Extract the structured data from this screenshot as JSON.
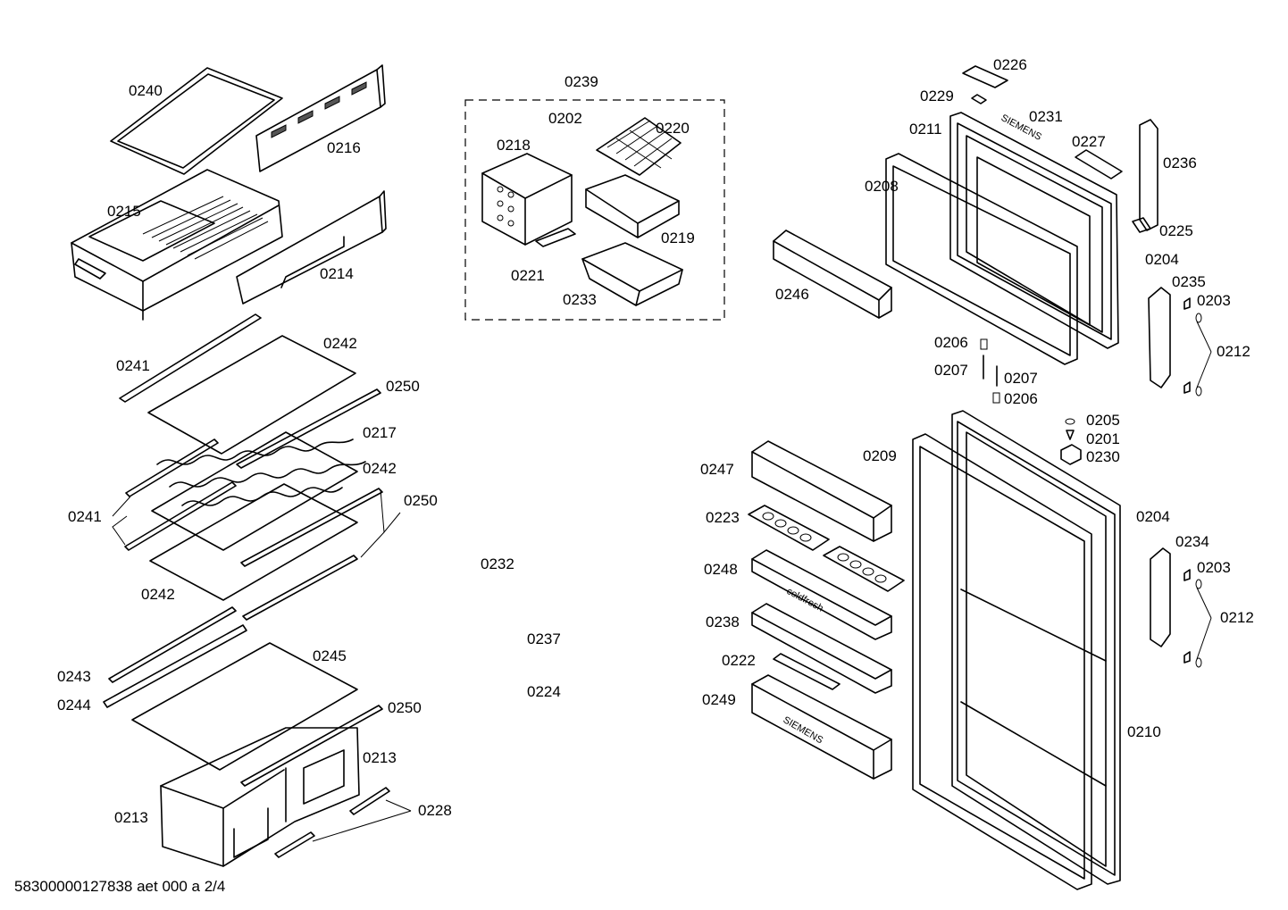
{
  "diagram": {
    "footer": "58300000127838 aet 000 a 2/4",
    "brand_marks": [
      "SIEMENS",
      "coldfresh",
      "SIEMENS"
    ],
    "labels": {
      "p0240": "0240",
      "p0216": "0216",
      "p0215": "0215",
      "p0214": "0214",
      "p0239": "0239",
      "p0202": "0202",
      "p0220": "0220",
      "p0218": "0218",
      "p0219": "0219",
      "p0221": "0221",
      "p0233": "0233",
      "p0241a": "0241",
      "p0242a": "0242",
      "p0250a": "0250",
      "p0217": "0217",
      "p0242b": "0242",
      "p0241b": "0241",
      "p0250b": "0250",
      "p0242c": "0242",
      "p0232": "0232",
      "p0237": "0237",
      "p0224": "0224",
      "p0243": "0243",
      "p0245": "0245",
      "p0244": "0244",
      "p0250c": "0250",
      "p0213a": "0213",
      "p0213b": "0213",
      "p0228": "0228",
      "p0226": "0226",
      "p0229": "0229",
      "p0231": "0231",
      "p0211": "0211",
      "p0227": "0227",
      "p0236": "0236",
      "p0208": "0208",
      "p0225": "0225",
      "p0204a": "0204",
      "p0246": "0246",
      "p0235": "0235",
      "p0203a": "0203",
      "p0212a": "0212",
      "p0206a": "0206",
      "p0207a": "0207",
      "p0207b": "0207",
      "p0206b": "0206",
      "p0205": "0205",
      "p0201": "0201",
      "p0230": "0230",
      "p0247": "0247",
      "p0209": "0209",
      "p0223": "0223",
      "p0204b": "0204",
      "p0234": "0234",
      "p0248": "0248",
      "p0203b": "0203",
      "p0212b": "0212",
      "p0238": "0238",
      "p0222": "0222",
      "p0249": "0249",
      "p0210": "0210"
    }
  }
}
